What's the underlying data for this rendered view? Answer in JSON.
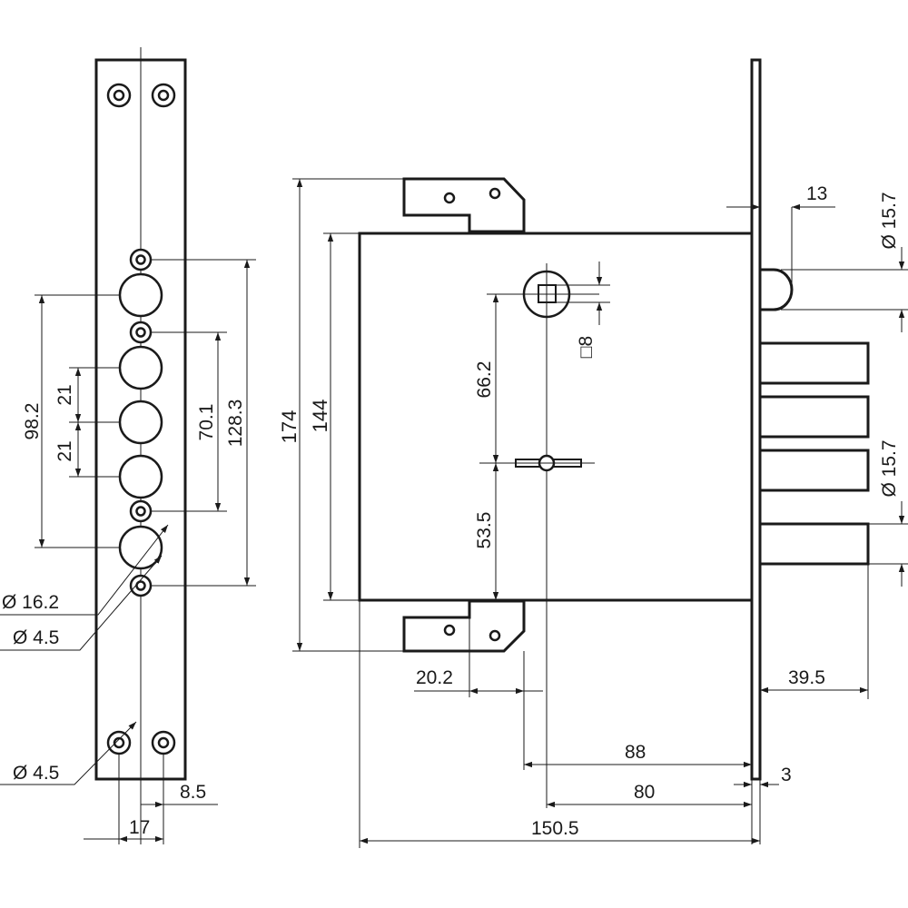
{
  "dimensions": {
    "d_98_2": "98.2",
    "d_21_a": "21",
    "d_21_b": "21",
    "d_70_1": "70.1",
    "d_128_3": "128.3",
    "d_dia_16_2": "Ø 16.2",
    "d_dia_4_5_a": "Ø 4.5",
    "d_dia_4_5_b": "Ø 4.5",
    "d_8_5": "8.5",
    "d_17": "17",
    "d_174": "174",
    "d_144": "144",
    "d_66_2": "66.2",
    "d_53_5": "53.5",
    "d_square_8": "□8",
    "d_13": "13",
    "d_dia_15_7_a": "Ø 15.7",
    "d_dia_15_7_b": "Ø 15.7",
    "d_20_2": "20.2",
    "d_39_5": "39.5",
    "d_88": "88",
    "d_3": "3",
    "d_80": "80",
    "d_150_5": "150.5"
  }
}
